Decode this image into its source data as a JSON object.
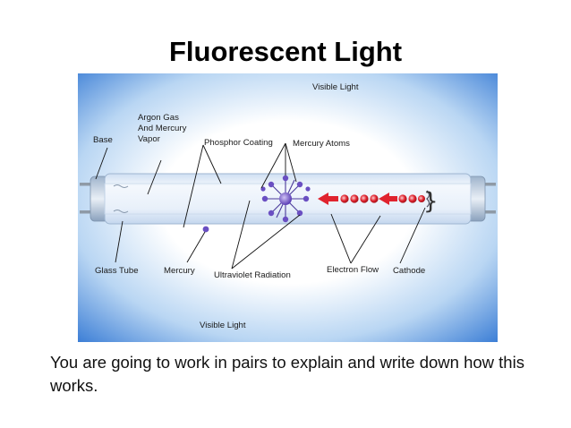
{
  "slide": {
    "title": "Fluorescent Light",
    "caption": "You are going to work in pairs to explain and write down how this works."
  },
  "diagram": {
    "labels": {
      "visible_light_top": "Visible Light",
      "argon_gas_1": "Argon Gas",
      "argon_gas_2": "And Mercury",
      "argon_gas_3": "Vapor",
      "base": "Base",
      "phosphor_coating": "Phosphor Coating",
      "mercury_atoms": "Mercury Atoms",
      "glass_tube": "Glass Tube",
      "mercury": "Mercury",
      "ultraviolet_radiation": "Ultraviolet Radiation",
      "electron_flow": "Electron Flow",
      "cathode": "Cathode",
      "visible_light_bottom": "Visible Light"
    },
    "colors": {
      "background_center": "#ffffff",
      "background_edge": "#3d7fd6",
      "tube_glass": "#e9f1fb",
      "electron_red": "#e0232e",
      "mercury_atom": "#6a4fc2"
    }
  }
}
